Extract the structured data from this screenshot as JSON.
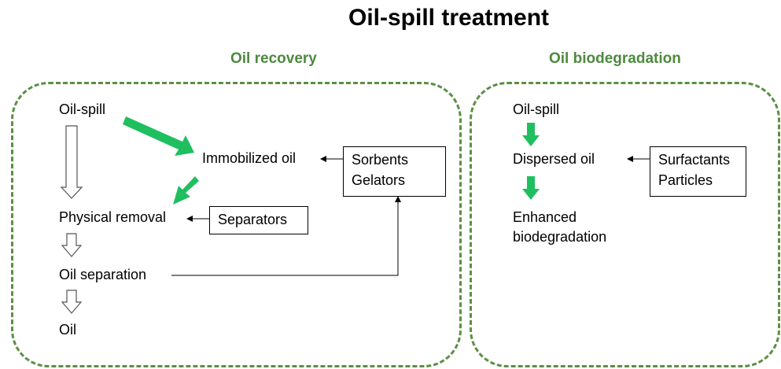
{
  "title": "Oil-spill treatment",
  "recovery": {
    "heading": "Oil recovery",
    "nodes": {
      "oil_spill": "Oil-spill",
      "immobilized": "Immobilized oil",
      "physical": "Physical removal",
      "separation": "Oil separation",
      "oil": "Oil"
    },
    "boxes": {
      "sorbents": "Sorbents",
      "gelators": "Gelators",
      "separators": "Separators"
    }
  },
  "biodegradation": {
    "heading": "Oil biodegradation",
    "nodes": {
      "oil_spill": "Oil-spill",
      "dispersed": "Dispersed oil",
      "enhanced_1": "Enhanced",
      "enhanced_2": "biodegradation"
    },
    "boxes": {
      "surfactants": "Surfactants",
      "particles": "Particles"
    }
  },
  "colors": {
    "green_arrow": "#1fbf5f",
    "frame": "#5b8f45",
    "heading": "#4d8a3e"
  }
}
